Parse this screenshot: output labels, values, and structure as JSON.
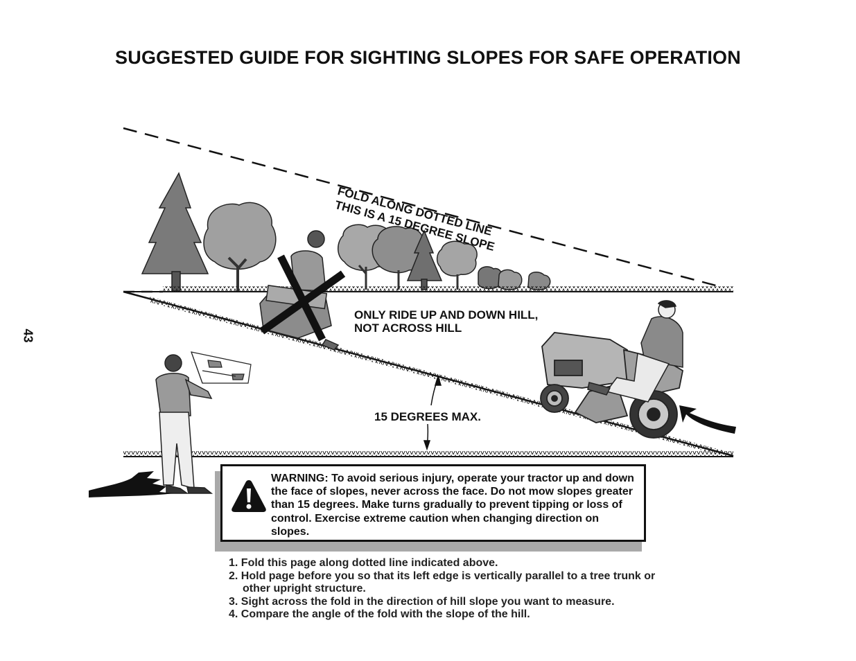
{
  "title": "SUGGESTED GUIDE FOR SIGHTING SLOPES FOR SAFE OPERATION",
  "page_number": "43",
  "diagram": {
    "fold_label": "FOLD ALONG DOTTED LINE",
    "slope_label": "THIS IS A 15 DEGREE SLOPE",
    "ride_label_line1": "ONLY RIDE UP AND DOWN HILL,",
    "ride_label_line2": "NOT ACROSS HILL",
    "max_label": "15 DEGREES MAX."
  },
  "warning": {
    "icon": "warning-triangle-icon",
    "text": "WARNING: To avoid serious injury, operate your tractor up and down the face of slopes, never across the face. Do not mow slopes greater than 15 degrees. Make turns gradually to prevent tipping or loss of control. Exercise extreme caution when changing direction on slopes."
  },
  "instructions": [
    "1. Fold this page along dotted line indicated above.",
    "2. Hold page before you so that its left edge is vertically parallel to a tree trunk or other upright structure.",
    "3. Sight across the fold in the direction of hill slope you want to measure.",
    "4. Compare the angle of the fold with the slope of the hill."
  ]
}
